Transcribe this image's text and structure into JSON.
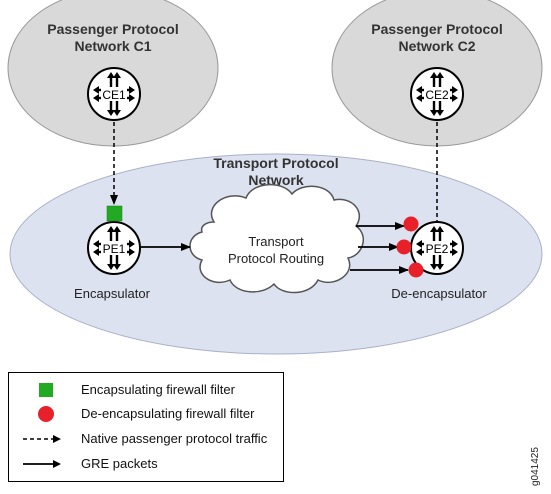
{
  "networks": {
    "c1_line1": "Passenger Protocol",
    "c1_line2": "Network C1",
    "c2_line1": "Passenger Protocol",
    "c2_line2": "Network C2",
    "transport_line1": "Transport Protocol",
    "transport_line2": "Network"
  },
  "routers": {
    "ce1": "CE1",
    "ce2": "CE2",
    "pe1": "PE1",
    "pe2": "PE2"
  },
  "cloud": {
    "line1": "Transport",
    "line2": "Protocol Routing"
  },
  "captions": {
    "encapsulator": "Encapsulator",
    "decapsulator": "De-encapsulator"
  },
  "legend": {
    "encap_filter": "Encapsulating firewall filter",
    "decap_filter": "De-encapsulating firewall filter",
    "native_traffic": "Native passenger protocol traffic",
    "gre_packets": "GRE packets"
  },
  "colors": {
    "encap_filter": "#22aa22",
    "decap_filter": "#e8202a",
    "network_fill": "#d9d9d9",
    "transport_fill": "#dde2f0",
    "cloud_fill": "#ffffff"
  },
  "figure_id": "g041425"
}
